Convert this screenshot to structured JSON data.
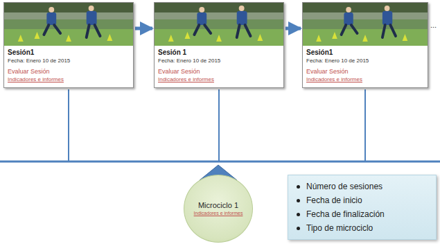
{
  "diagram": {
    "nodes": [
      {
        "text": [
          "Sesión1",
          "Fecha: Enero 10 de 2015",
          "Evaluar Sesión",
          "Indicadores e informes"
        ]
      },
      {
        "text": [
          "Sesión 1",
          "Fecha: Enero 10 de 2015",
          "Evaluar Sesión",
          "Indicadores e informes"
        ]
      },
      {
        "text": [
          "Sesión1",
          "Fecha: Enero 10 de 2015",
          "Evaluar Sesión",
          "Indicadores e informes"
        ]
      },
      {
        "text": [
          "Microciclo 1",
          "Indicadores e informes"
        ]
      },
      {
        "text": [
          "Número de sesiones",
          "Fecha de inicio",
          "Fecha de finalización",
          "Tipo de microciclo"
        ]
      }
    ],
    "edges": [
      {
        "from": 0,
        "to": 1,
        "arrow": "to"
      },
      {
        "from": 1,
        "to": 2,
        "arrow": "to"
      }
    ],
    "labels": [
      "..."
    ]
  }
}
